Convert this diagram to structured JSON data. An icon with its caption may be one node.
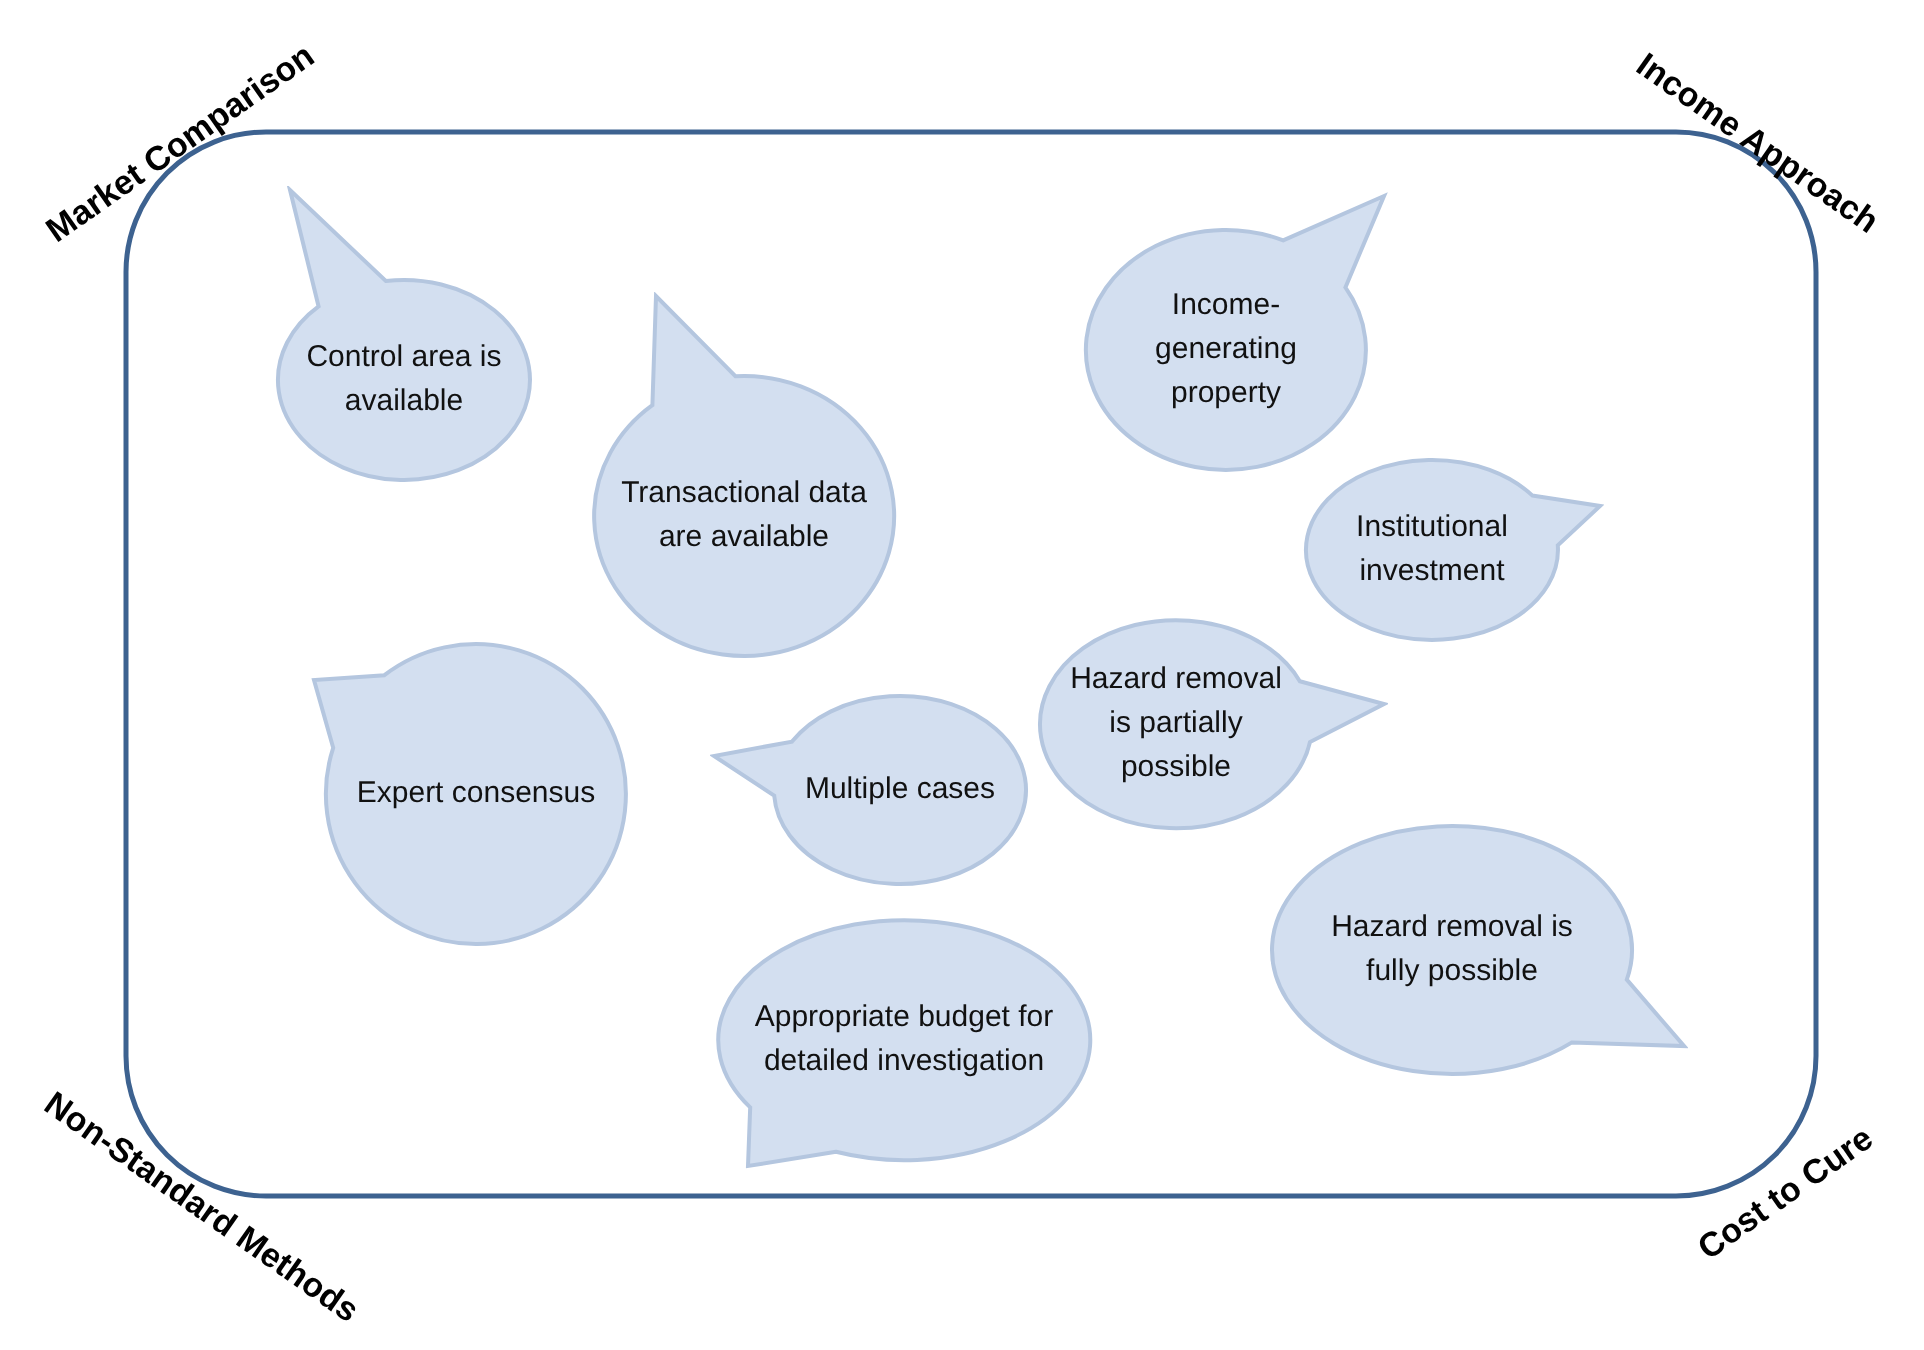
{
  "diagram": {
    "nodes": [
      {
        "text": [
          "Control area is available"
        ]
      },
      {
        "text": [
          "Transactional data are available"
        ]
      },
      {
        "text": [
          "Income-generating property"
        ]
      },
      {
        "text": [
          "Institutional investment"
        ]
      },
      {
        "text": [
          "Expert consensus"
        ]
      },
      {
        "text": [
          "Multiple cases"
        ]
      },
      {
        "text": [
          "Hazard removal is partially possible"
        ]
      },
      {
        "text": [
          "Hazard removal is fully possible"
        ]
      },
      {
        "text": [
          "Appropriate budget for detailed investigation"
        ]
      }
    ],
    "labels": [
      "Market Comparison",
      "Income Approach",
      "Non-Standard Methods",
      "Cost to Cure"
    ]
  }
}
